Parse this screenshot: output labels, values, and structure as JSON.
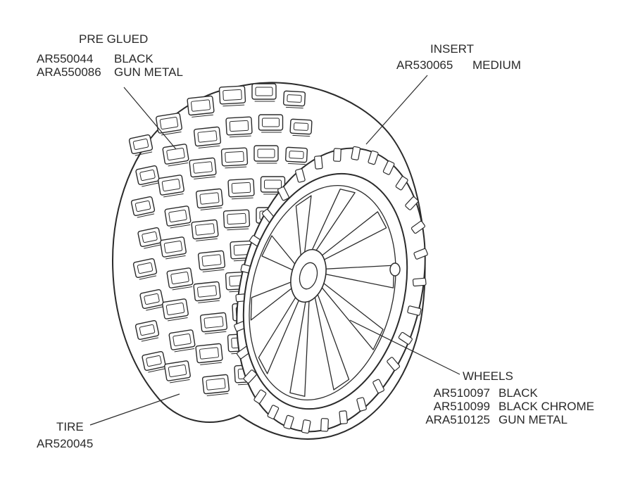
{
  "callouts": {
    "pre_glued": {
      "title": "PRE GLUED",
      "parts": [
        {
          "number": "AR550044",
          "name": "BLACK"
        },
        {
          "number": "ARA550086",
          "name": "GUN METAL"
        }
      ]
    },
    "insert": {
      "title": "INSERT",
      "parts": [
        {
          "number": "AR530065",
          "name": "MEDIUM"
        }
      ]
    },
    "wheels": {
      "title": "WHEELS",
      "parts": [
        {
          "number": "AR510097",
          "name": "BLACK"
        },
        {
          "number": "AR510099",
          "name": "BLACK CHROME"
        },
        {
          "number": "ARA510125",
          "name": "GUN METAL"
        }
      ]
    },
    "tire": {
      "title": "TIRE",
      "parts": [
        {
          "number": "AR520045",
          "name": ""
        }
      ]
    }
  },
  "colors": {
    "line": "#2b2b2b",
    "fill": "#ffffff"
  }
}
